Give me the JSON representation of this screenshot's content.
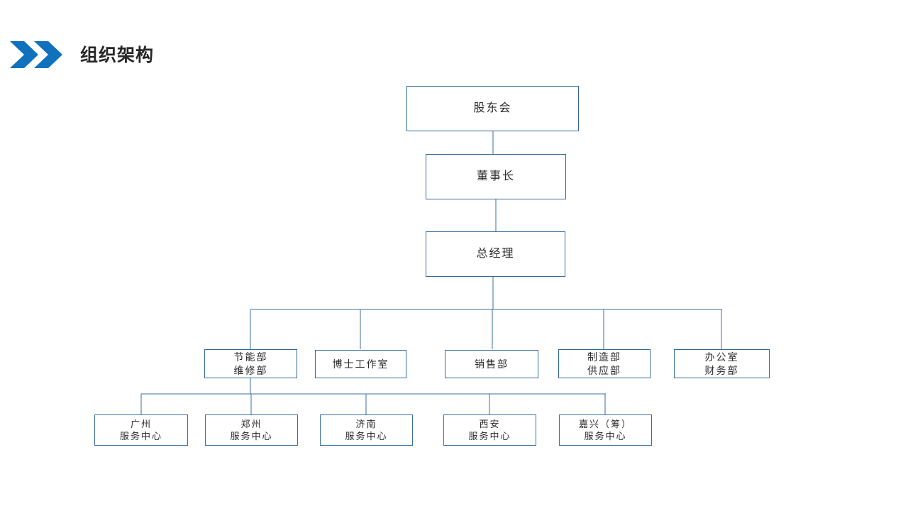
{
  "header": {
    "title": "组织架构",
    "chevron_icon": "double-chevron-right-icon",
    "chevron_color_front": "#1072BD",
    "chevron_color_back": "#1072BD",
    "title_color": "#262626"
  },
  "theme": {
    "box_border": "#33679B",
    "connector_line": "#3A6EA5",
    "background": "#FFFFFF",
    "text": "#2A2A2A"
  },
  "chart_data": {
    "type": "diagram",
    "diagram_type": "organization-chart",
    "title": "组织架构",
    "orientation": "top-down",
    "levels": [
      {
        "level": 1,
        "nodes": [
          {
            "id": "shareholders",
            "line1": "股东会",
            "line2": ""
          }
        ]
      },
      {
        "level": 2,
        "nodes": [
          {
            "id": "chairman",
            "line1": "董事长",
            "line2": ""
          }
        ]
      },
      {
        "level": 3,
        "nodes": [
          {
            "id": "general-manager",
            "line1": "总经理",
            "line2": ""
          }
        ]
      },
      {
        "level": 4,
        "nodes": [
          {
            "id": "energy-maintenance",
            "line1": "节能部",
            "line2": "维修部"
          },
          {
            "id": "doctoral-studio",
            "line1": "博士工作室",
            "line2": ""
          },
          {
            "id": "sales",
            "line1": "销售部",
            "line2": ""
          },
          {
            "id": "manufacturing-supply",
            "line1": "制造部",
            "line2": "供应部"
          },
          {
            "id": "office-finance",
            "line1": "办公室",
            "line2": "财务部"
          }
        ]
      },
      {
        "level": 5,
        "nodes": [
          {
            "id": "guangzhou-center",
            "line1": "广州",
            "line2": "服务中心"
          },
          {
            "id": "zhengzhou-center",
            "line1": "郑州",
            "line2": "服务中心"
          },
          {
            "id": "jinan-center",
            "line1": "济南",
            "line2": "服务中心"
          },
          {
            "id": "xian-center",
            "line1": "西安",
            "line2": "服务中心"
          },
          {
            "id": "jiaxing-center",
            "line1": "嘉兴（筹）",
            "line2": "服务中心"
          }
        ]
      }
    ],
    "edges": [
      {
        "from": "shareholders",
        "to": "chairman"
      },
      {
        "from": "chairman",
        "to": "general-manager"
      },
      {
        "from": "general-manager",
        "to": "energy-maintenance"
      },
      {
        "from": "general-manager",
        "to": "doctoral-studio"
      },
      {
        "from": "general-manager",
        "to": "sales"
      },
      {
        "from": "general-manager",
        "to": "manufacturing-supply"
      },
      {
        "from": "general-manager",
        "to": "office-finance"
      },
      {
        "from": "energy-maintenance",
        "to": "guangzhou-center"
      },
      {
        "from": "energy-maintenance",
        "to": "zhengzhou-center"
      },
      {
        "from": "energy-maintenance",
        "to": "jinan-center"
      },
      {
        "from": "energy-maintenance",
        "to": "xian-center"
      },
      {
        "from": "energy-maintenance",
        "to": "jiaxing-center"
      }
    ]
  },
  "nodes": {
    "shareholders": {
      "line1": "股东会",
      "line2": ""
    },
    "chairman": {
      "line1": "董事长",
      "line2": ""
    },
    "general_manager": {
      "line1": "总经理",
      "line2": ""
    },
    "energy_maintenance": {
      "line1": "节能部",
      "line2": "维修部"
    },
    "doctoral_studio": {
      "line1": "博士工作室",
      "line2": ""
    },
    "sales": {
      "line1": "销售部",
      "line2": ""
    },
    "manufacturing_supply": {
      "line1": "制造部",
      "line2": "供应部"
    },
    "office_finance": {
      "line1": "办公室",
      "line2": "财务部"
    },
    "guangzhou_center": {
      "line1": "广州",
      "line2": "服务中心"
    },
    "zhengzhou_center": {
      "line1": "郑州",
      "line2": "服务中心"
    },
    "jinan_center": {
      "line1": "济南",
      "line2": "服务中心"
    },
    "xian_center": {
      "line1": "西安",
      "line2": "服务中心"
    },
    "jiaxing_center": {
      "line1": "嘉兴（筹）",
      "line2": "服务中心"
    }
  }
}
